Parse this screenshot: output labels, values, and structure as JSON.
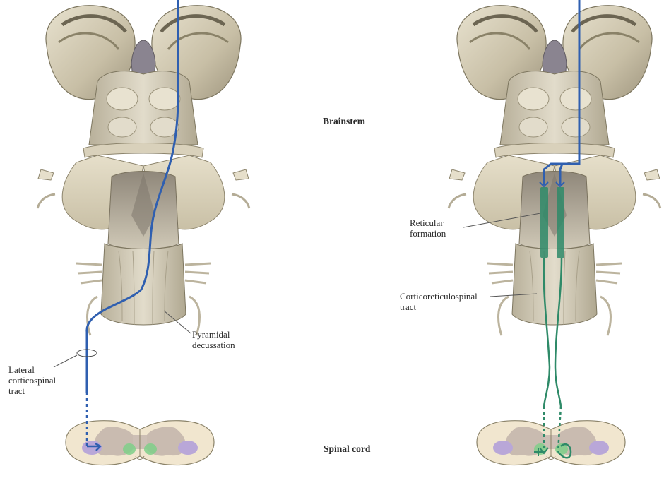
{
  "labels": {
    "brainstem": "Brainstem",
    "spinal_cord": "Spinal cord",
    "left": {
      "pyramidal_decussation": [
        "Pyramidal",
        "decussation"
      ],
      "lateral_corticospinal": [
        "Lateral",
        "corticospinal",
        "tract"
      ]
    },
    "right": {
      "reticular_formation": [
        "Reticular",
        "formation"
      ],
      "corticoreticulospinal": [
        "Corticoreticulospinal",
        "tract"
      ]
    }
  },
  "colors": {
    "brain_tissue": "#d2cab4",
    "brain_shade": "#a89f88",
    "ventricle": "#8a8490",
    "corticospinal_tract": "#2f5fb0",
    "reticulospinal_tract": "#2e8a68",
    "grey_matter": "#bfb0a8",
    "motor_nuclei": "#b9a7d8",
    "medial_nuclei": "#7fcf8a",
    "cord_white_matter": "#f1e6cf"
  }
}
